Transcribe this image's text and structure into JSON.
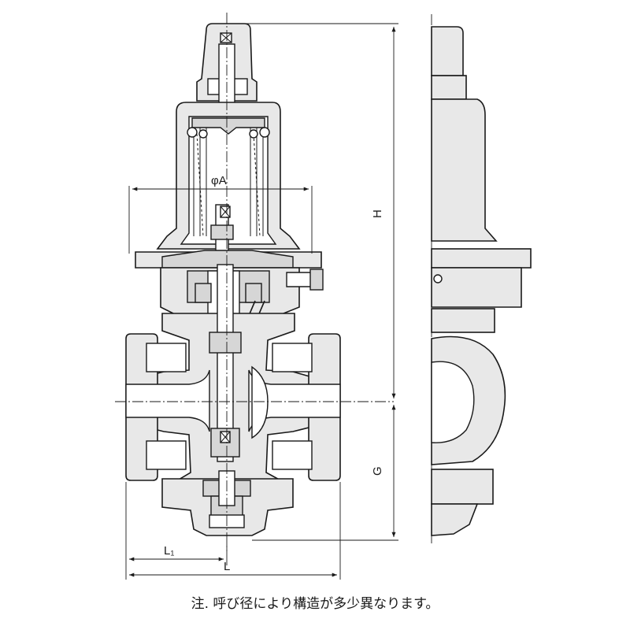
{
  "dimensions": {
    "phi_a": "φA",
    "h": "H",
    "g": "G",
    "l": "L",
    "l1": "L₁"
  },
  "note": "注. 呼び径により構造が多少異なります。"
}
